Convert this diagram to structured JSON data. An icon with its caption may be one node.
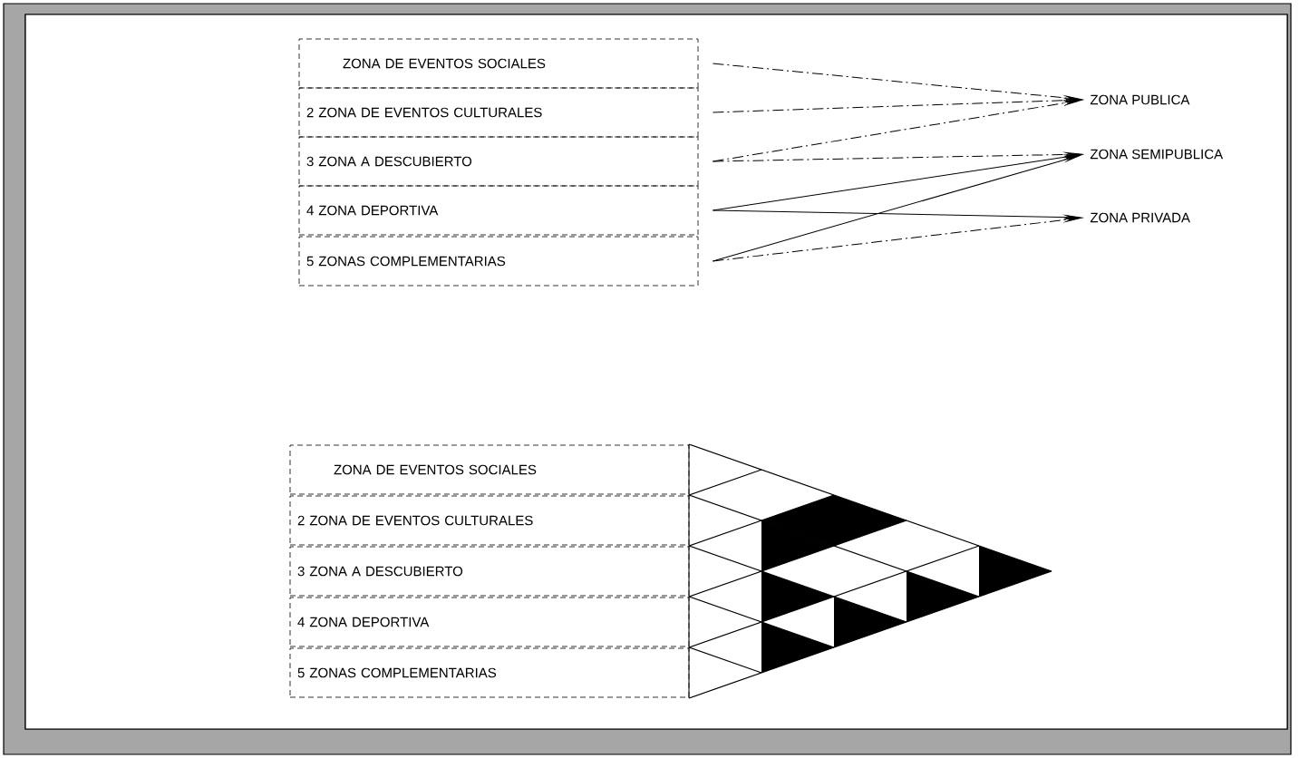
{
  "diagram": {
    "nodes": [
      {
        "text": [
          "ZONA DE EVENTOS SOCIALES"
        ]
      },
      {
        "text": [
          "2 ZONA DE EVENTOS CULTURALES"
        ]
      },
      {
        "text": [
          "3 ZONA A DESCUBIERTO"
        ]
      },
      {
        "text": [
          "4 ZONA DEPORTIVA"
        ]
      },
      {
        "text": [
          "5 ZONAS COMPLEMENTARIAS"
        ]
      },
      {
        "text": [
          "ZONA PUBLICA"
        ]
      },
      {
        "text": [
          "ZONA SEMIPUBLICA"
        ]
      },
      {
        "text": [
          "ZONA PRIVADA"
        ]
      },
      {
        "text": [
          "ZONA DE EVENTOS SOCIALES"
        ]
      },
      {
        "text": [
          "2 ZONA DE EVENTOS CULTURALES"
        ]
      },
      {
        "text": [
          "3 ZONA A DESCUBIERTO"
        ]
      },
      {
        "text": [
          "4 ZONA DEPORTIVA"
        ]
      },
      {
        "text": [
          "5 ZONAS COMPLEMENTARIAS"
        ]
      }
    ],
    "edges": [
      {
        "from": 0,
        "to": 5,
        "arrow": "to",
        "style": "dashed"
      },
      {
        "from": 1,
        "to": 5,
        "arrow": "to",
        "style": "dashed"
      },
      {
        "from": 2,
        "to": 5,
        "arrow": "to",
        "style": "dashed"
      },
      {
        "from": 2,
        "to": 6,
        "arrow": "to",
        "style": "dashed"
      },
      {
        "from": 3,
        "to": 6,
        "arrow": "to"
      },
      {
        "from": 3,
        "to": 7,
        "arrow": "to"
      },
      {
        "from": 4,
        "to": 6,
        "arrow": "to"
      },
      {
        "from": 4,
        "to": 7,
        "arrow": "to",
        "style": "dashed"
      }
    ]
  }
}
